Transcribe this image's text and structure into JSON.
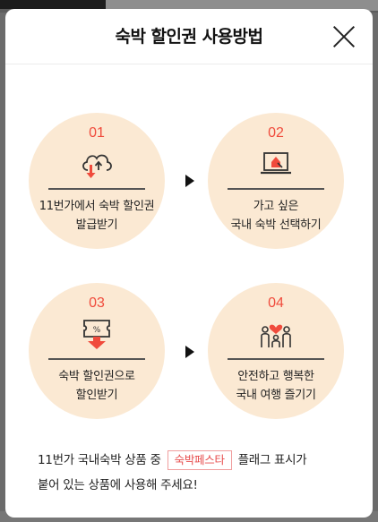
{
  "modal": {
    "title": "숙박 할인권 사용방법",
    "close_icon": "close-icon"
  },
  "steps": [
    {
      "number": "01",
      "line1": "11번가에서 숙박 할인권",
      "line2": "발급받기",
      "icon": "cloud-download-icon"
    },
    {
      "number": "02",
      "line1": "가고 싶은",
      "line2": "국내 숙박 선택하기",
      "icon": "laptop-house-icon"
    },
    {
      "number": "03",
      "line1": "숙박 할인권으로",
      "line2": "할인받기",
      "icon": "coupon-icon"
    },
    {
      "number": "04",
      "line1": "안전하고 행복한",
      "line2": "국내 여행 즐기기",
      "icon": "family-heart-icon"
    }
  ],
  "notice": {
    "before_tag": "11번가 국내숙박 상품 중",
    "tag": "숙박페스타",
    "after_tag": "플래그 표시가",
    "line2": "붙어 있는 상품에 사용해 주세요!"
  },
  "colors": {
    "accent": "#f04b3c",
    "circle_bg": "#fbe9d3"
  }
}
